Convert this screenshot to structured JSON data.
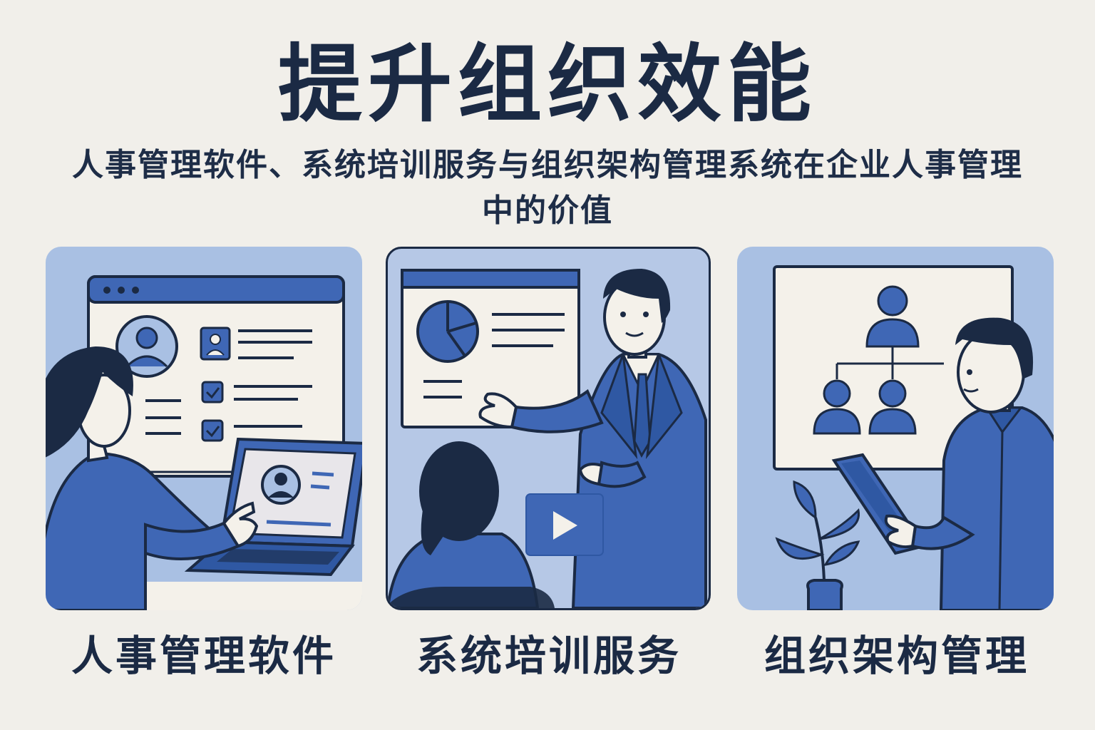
{
  "header": {
    "title": "提升组织效能",
    "subtitle": "人事管理软件、系统培训服务与组织架构管理系统在企业人事管理中的价值"
  },
  "panels": [
    {
      "id": "hr-software",
      "caption": "人事管理软件"
    },
    {
      "id": "training-service",
      "caption": "系统培训服务"
    },
    {
      "id": "org-structure",
      "caption": "组织架构管理"
    }
  ],
  "colors": {
    "background": "#f1efea",
    "navy": "#1b2a44",
    "accent_blue": "#3f67b5",
    "light_blue": "#a9c0e3",
    "panel_white": "#f4f1ea"
  },
  "icons": [
    "user-avatar-icon",
    "checkbox-icon",
    "pie-chart-icon",
    "play-icon",
    "org-chart-icon",
    "plant-icon"
  ]
}
